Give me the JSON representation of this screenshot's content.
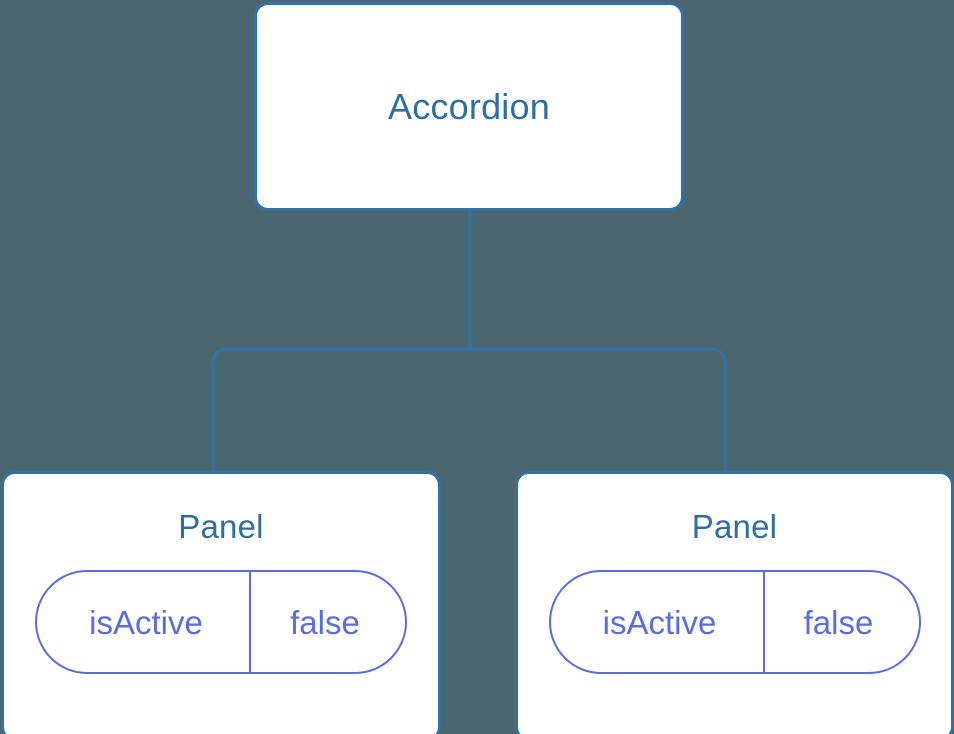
{
  "diagram": {
    "background_color": "#4c6670",
    "node_border_color": "#2e72a8",
    "node_title_color": "#2e6f9f",
    "pill_color": "#5c6bde",
    "edge_color": "#2e72a8",
    "root": {
      "title": "Accordion"
    },
    "children": [
      {
        "title": "Panel",
        "prop": {
          "key": "isActive",
          "value": "false"
        }
      },
      {
        "title": "Panel",
        "prop": {
          "key": "isActive",
          "value": "false"
        }
      }
    ]
  }
}
